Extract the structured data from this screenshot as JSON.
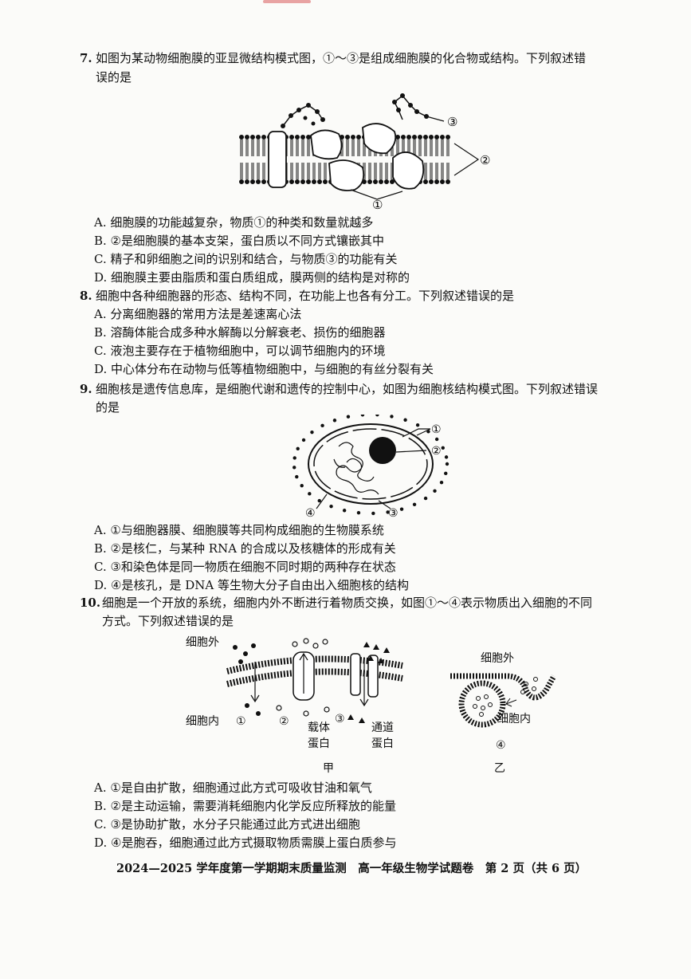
{
  "q7": {
    "number": "7.",
    "stem_line1": "如图为某动物细胞膜的亚显微结构模式图，①～③是组成细胞膜的化合物或结构。下列叙述错",
    "stem_line2": "误的是",
    "labels": [
      "③",
      "②",
      "①"
    ],
    "options": [
      "A. 细胞膜的功能越复杂，物质①的种类和数量就越多",
      "B. ②是细胞膜的基本支架，蛋白质以不同方式镶嵌其中",
      "C. 精子和卵细胞之间的识别和结合，与物质③的功能有关",
      "D. 细胞膜主要由脂质和蛋白质组成，膜两侧的结构是对称的"
    ]
  },
  "q8": {
    "number": "8.",
    "stem": "细胞中各种细胞器的形态、结构不同，在功能上也各有分工。下列叙述错误的是",
    "options": [
      "A. 分离细胞器的常用方法是差速离心法",
      "B. 溶酶体能合成多种水解酶以分解衰老、损伤的细胞器",
      "C. 液泡主要存在于植物细胞中，可以调节细胞内的环境",
      "D. 中心体分布在动物与低等植物细胞中，与细胞的有丝分裂有关"
    ]
  },
  "q9": {
    "number": "9.",
    "stem_line1": "细胞核是遗传信息库，是细胞代谢和遗传的控制中心，如图为细胞核结构模式图。下列叙述错误",
    "stem_line2": "的是",
    "labels": [
      "①",
      "②",
      "④",
      "③"
    ],
    "options": [
      "A. ①与细胞器膜、细胞膜等共同构成细胞的生物膜系统",
      "B. ②是核仁，与某种 RNA 的合成以及核糖体的形成有关",
      "C. ③和染色体是同一物质在细胞不同时期的两种存在状态",
      "D. ④是核孔，是 DNA 等生物大分子自由出入细胞核的结构"
    ]
  },
  "q10": {
    "number": "10.",
    "stem_line1": "细胞是一个开放的系统，细胞内外不断进行着物质交换，如图①～④表示物质出入细胞的不同",
    "stem_line2": "方式。下列叙述错误的是",
    "fig_jia": {
      "outside": "细胞外",
      "inside": "细胞内",
      "n1": "①",
      "n2": "②",
      "n3": "③",
      "carrier": [
        "载体",
        "蛋白"
      ],
      "channel": [
        "通道",
        "蛋白"
      ],
      "caption": "甲"
    },
    "fig_yi": {
      "outside": "细胞外",
      "inside": "细胞内",
      "n4": "④",
      "caption": "乙"
    },
    "options": [
      "A. ①是自由扩散，细胞通过此方式可吸收甘油和氧气",
      "B. ②是主动运输，需要消耗细胞内化学反应所释放的能量",
      "C. ③是协助扩散，水分子只能通过此方式进出细胞",
      "D. ④是胞吞，细胞通过此方式摄取物质需膜上蛋白质参与"
    ]
  },
  "footer": "2024—2025 学年度第一学期期末质量监测　高一年级生物学试题卷　第 2 页（共 6 页）"
}
